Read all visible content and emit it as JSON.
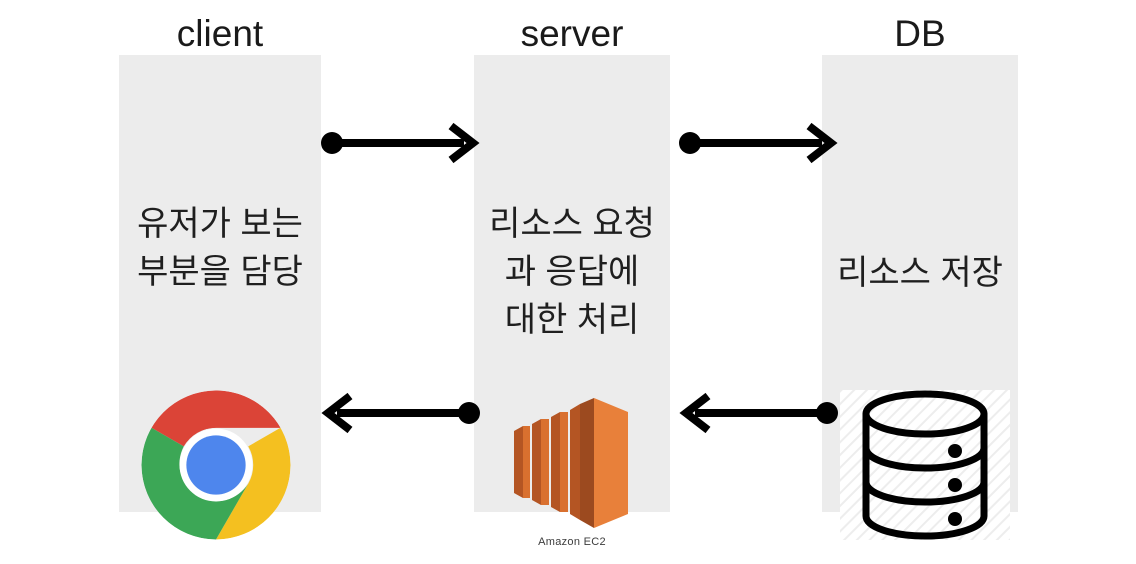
{
  "diagram": {
    "type": "three-tier-architecture-flow",
    "background_color": "#ffffff",
    "column_fill_color": "#ececec",
    "stroke_color": "#000000",
    "columns": [
      {
        "id": "client",
        "title": "client",
        "body_text": "유저가 보는\n부분을 담당",
        "icon_name": "google-chrome-logo",
        "icon_caption": ""
      },
      {
        "id": "server",
        "title": "server",
        "body_text": "리소스 요청\n과 응답에\n대한 처리",
        "icon_name": "amazon-ec2-logo",
        "icon_caption": "Amazon EC2"
      },
      {
        "id": "db",
        "title": "DB",
        "body_text": "리소스 저장",
        "icon_name": "database-cylinder-icon",
        "icon_caption": ""
      }
    ],
    "connectors": [
      {
        "id": "client-to-server-request",
        "from": "client",
        "to": "server",
        "direction": "right",
        "source_marker": "filled-circle",
        "target_marker": "arrowhead"
      },
      {
        "id": "server-to-client-response",
        "from": "server",
        "to": "client",
        "direction": "left",
        "source_marker": "filled-circle",
        "target_marker": "arrowhead"
      },
      {
        "id": "server-to-db-request",
        "from": "server",
        "to": "db",
        "direction": "right",
        "source_marker": "filled-circle",
        "target_marker": "arrowhead"
      },
      {
        "id": "db-to-server-response",
        "from": "db",
        "to": "server",
        "direction": "left",
        "source_marker": "filled-circle",
        "target_marker": "arrowhead"
      }
    ],
    "chrome_colors": {
      "red": "#DB4437",
      "yellow": "#F4C020",
      "green": "#3CA756",
      "blue": "#4E86ED",
      "white_ring": "#FFFFFF"
    },
    "ec2_colors": {
      "face_light": "#E8803A",
      "face_mid": "#D9702F",
      "face_dark": "#9C4A1F",
      "slice_side": "#B45523"
    }
  }
}
